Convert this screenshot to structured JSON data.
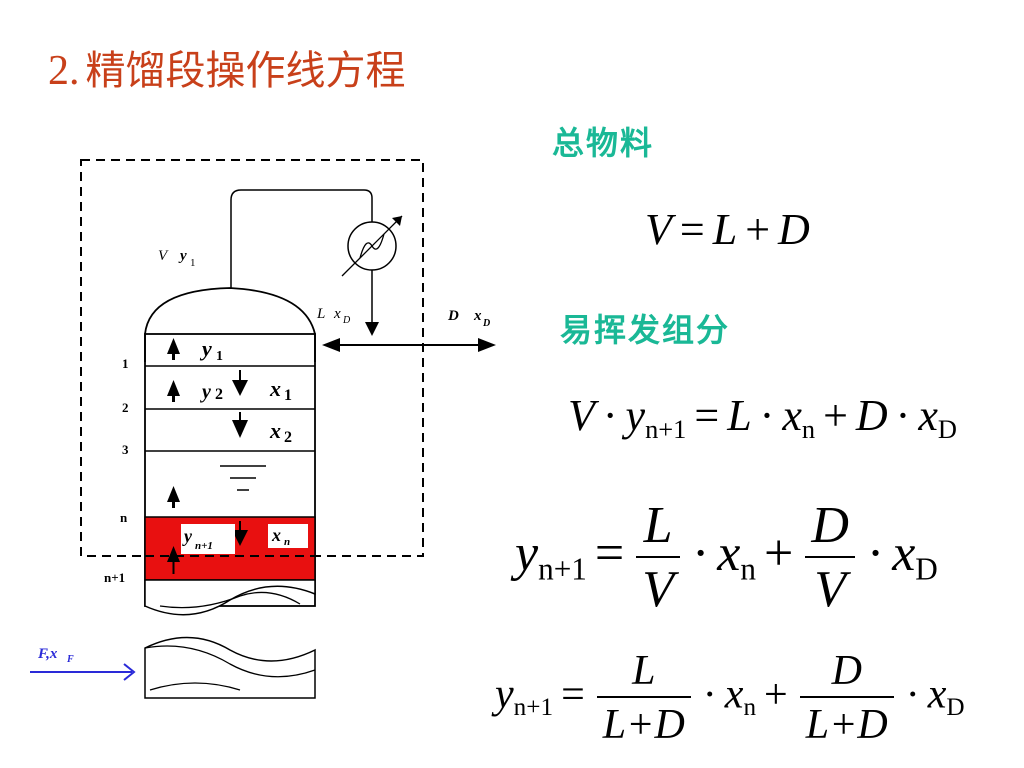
{
  "slide": {
    "title_num": "2.",
    "title_text": "精馏段操作线方程",
    "heading_total": "总物料",
    "heading_volatile": "易挥发组分"
  },
  "diagram": {
    "label_V": "V",
    "label_y": "y",
    "label_y_sub": "1",
    "label_L": "L",
    "label_xD_L": "x",
    "label_xD_L_sub": "D",
    "label_D": "D",
    "label_xD_D": "x",
    "label_xD_D_sub": "D",
    "plate_nums": [
      "1",
      "2",
      "3",
      "n",
      "n+1"
    ],
    "tray_y1": "y",
    "tray_y1_sub": "1",
    "tray_y2": "y",
    "tray_y2_sub": "2",
    "tray_x1": "x",
    "tray_x1_sub": "1",
    "tray_x2": "x",
    "tray_x2_sub": "2",
    "tray_yn1": "y",
    "tray_yn1_sub": "n+1",
    "tray_xn": "x",
    "tray_xn_sub": "n",
    "feed_F": "F,x",
    "feed_F_sub": "F"
  },
  "equations": {
    "eq1": {
      "V": "V",
      "eq": "=",
      "L": "L",
      "plus": "+",
      "D": "D"
    },
    "eq2": {
      "V": "V",
      "dot": "·",
      "y": "y",
      "ysub": "n+1",
      "eq": "=",
      "L": "L",
      "x": "x",
      "xsub": "n",
      "plus": "+",
      "D": "D",
      "xD": "x",
      "xDsub": "D"
    },
    "eq3": {
      "y": "y",
      "ysub": "n+1",
      "eq": "=",
      "num1": "L",
      "den1": "V",
      "dot": "·",
      "x": "x",
      "xsub": "n",
      "plus": "+",
      "num2": "D",
      "den2": "V",
      "xD": "x",
      "xDsub": "D"
    },
    "eq4": {
      "y": "y",
      "ysub": "n+1",
      "eq": "=",
      "num1": "L",
      "den1": "L+D",
      "dot": "·",
      "x": "x",
      "xsub": "n",
      "plus": "+",
      "num2": "D",
      "den2": "L+D",
      "xD": "x",
      "xDsub": "D"
    }
  }
}
